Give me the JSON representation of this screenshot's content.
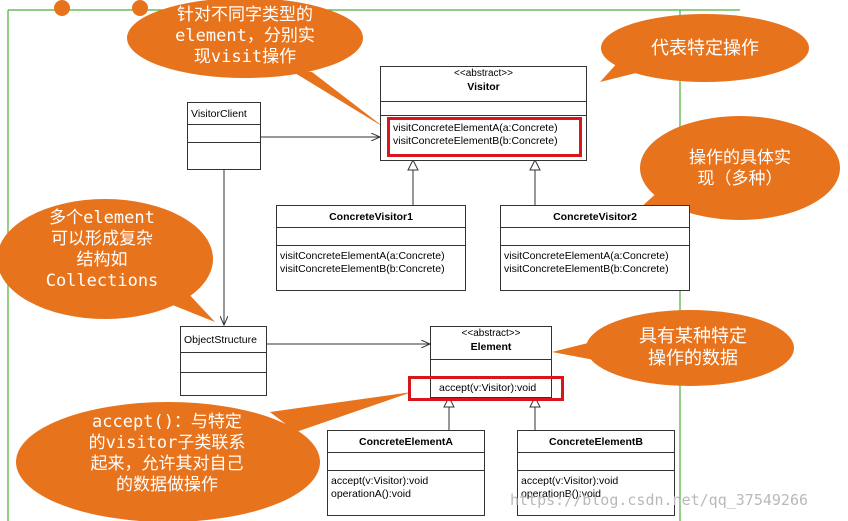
{
  "uml": {
    "visitor": {
      "stereotype": "<<abstract>>",
      "name": "Visitor",
      "ops": [
        "visitConcreteElementA(a:Concrete)",
        "visitConcreteElementB(b:Concrete)"
      ]
    },
    "visitor_client": {
      "name": "VisitorClient"
    },
    "concrete_visitor1": {
      "name": "ConcreteVisitor1",
      "ops": [
        "visitConcreteElementA(a:Concrete)",
        "visitConcreteElementB(b:Concrete)"
      ]
    },
    "concrete_visitor2": {
      "name": "ConcreteVisitor2",
      "ops": [
        "visitConcreteElementA(a:Concrete)",
        "visitConcreteElementB(b:Concrete)"
      ]
    },
    "object_structure": {
      "name": "ObjectStructure"
    },
    "element": {
      "stereotype": "<<abstract>>",
      "name": "Element",
      "ops": [
        "accept(v:Visitor):void"
      ]
    },
    "concrete_element_a": {
      "name": "ConcreteElementA",
      "ops": [
        "accept(v:Visitor):void",
        "operationA():void"
      ]
    },
    "concrete_element_b": {
      "name": "ConcreteElementB",
      "ops": [
        "accept(v:Visitor):void",
        "operationB():void"
      ]
    }
  },
  "callouts": {
    "visit_per_type": [
      "针对不同字类型的",
      "element，分别实",
      "现visit操作"
    ],
    "represents_ops": [
      "代表特定操作"
    ],
    "op_impl": [
      "操作的具体实",
      "现（多种）"
    ],
    "collections": [
      "多个element",
      "可以形成复杂",
      "结构如",
      "Collections"
    ],
    "data_for_ops": [
      "具有某种特定",
      "操作的数据"
    ],
    "accept_note": [
      "accept()：与特定",
      "的visitor子类联系",
      "起来，允许其对自己",
      "的数据做操作"
    ]
  },
  "watermark": "https://blog.csdn.net/qq_37549266",
  "colors": {
    "callout": "#e8731d",
    "highlight": "#d9141b",
    "frame": "#4caf3b",
    "bullet": "#e8731d"
  }
}
